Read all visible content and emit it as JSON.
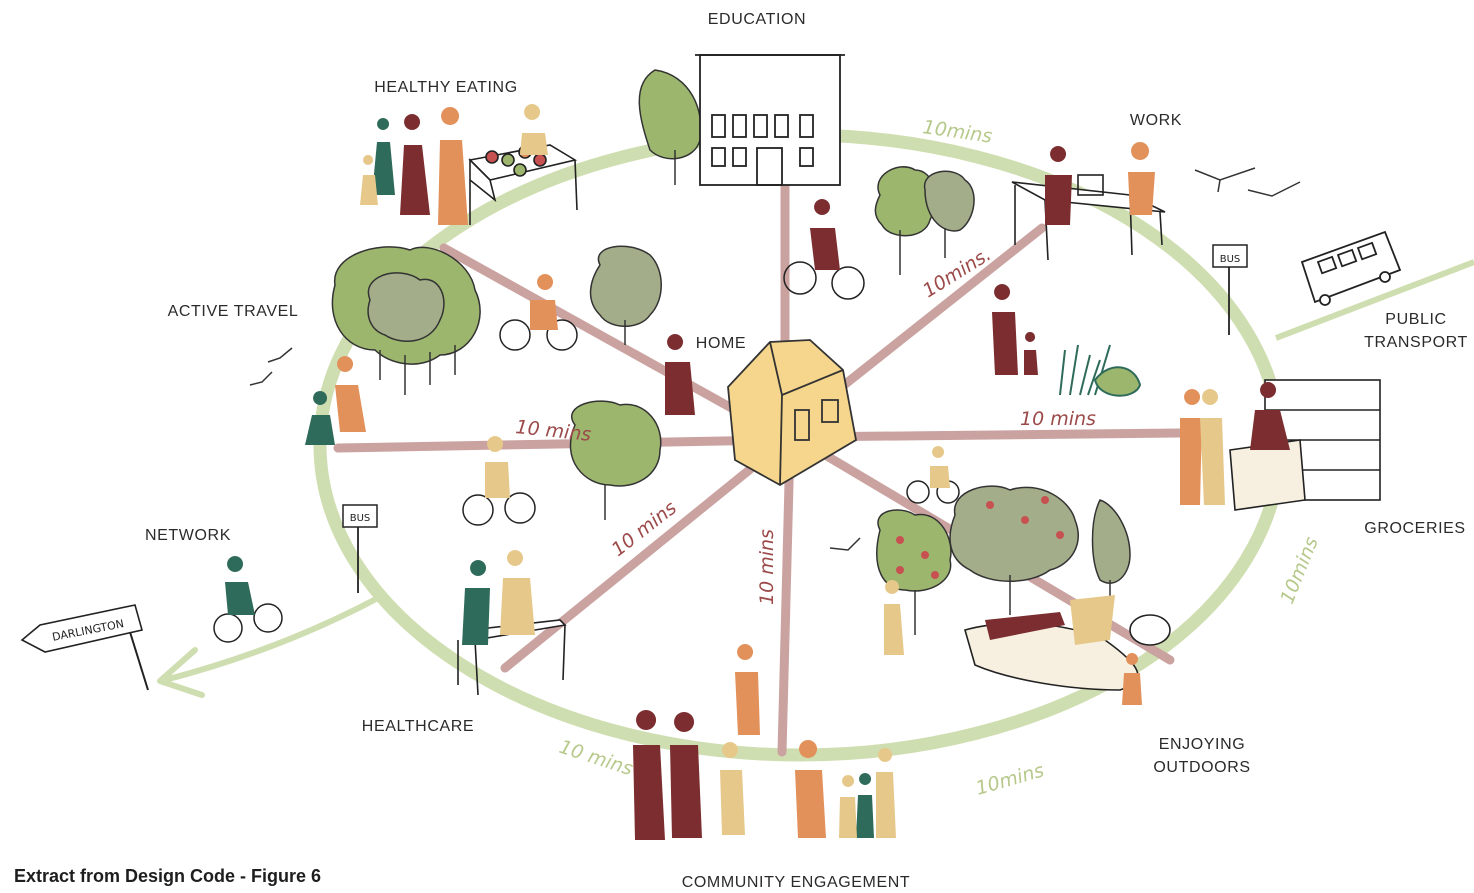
{
  "labels": {
    "education": "EDUCATION",
    "healthy_eating": "HEALTHY EATING",
    "work": "WORK",
    "active_travel": "ACTIVE TRAVEL",
    "home": "HOME",
    "public_transport_1": "PUBLIC",
    "public_transport_2": "TRANSPORT",
    "groceries": "GROCERIES",
    "network": "NETWORK",
    "healthcare": "HEALTHCARE",
    "enjoying_outdoors_1": "ENJOYING",
    "enjoying_outdoors_2": "OUTDOORS",
    "community_engagement": "COMMUNITY ENGAGEMENT"
  },
  "distance_label": "10 mins",
  "distance_label_alt": "10mins",
  "distance_label_dot": "10mins.",
  "signs": {
    "bus": "BUS",
    "darlington": "DARLINGTON"
  },
  "caption": "Extract from Design Code - Figure 6",
  "colors": {
    "ring": "#cfdeb0",
    "spoke": "#caa3a1",
    "house": "#f5d68c",
    "maroon": "#7b2d2f",
    "orange": "#e2915a",
    "teal": "#2f6b5a",
    "sand": "#e6c88a",
    "olive": "#9db66e",
    "sage": "#a3ad8a",
    "mins_green": "#b6c98b",
    "mins_red": "#9b4a49"
  }
}
